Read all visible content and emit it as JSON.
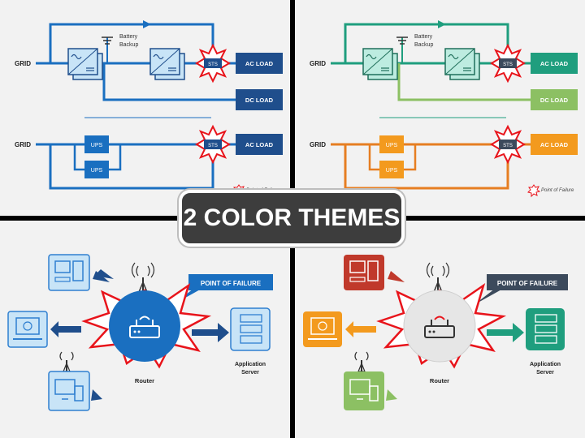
{
  "banner": {
    "text": "2 COLOR THEMES"
  },
  "power": {
    "grid_label": "GRID",
    "battery_label_1": "Battery",
    "battery_label_2": "Backup",
    "sts_label": "STS",
    "ac_load_label": "AC LOAD",
    "dc_load_label": "DC LOAD",
    "ups_label": "UPS",
    "legend_label": "Point of Failure"
  },
  "network": {
    "point_of_failure_label": "POINT OF FAILURE",
    "router_label": "Router",
    "server_label_1": "Application",
    "server_label_2": "Server"
  },
  "themes": {
    "blue": {
      "line": "#1a6fc0",
      "box": "#c8e4f7",
      "load": "#1f4e8c",
      "ups": "#1a6fc0",
      "alt": "#1a6fc0",
      "icon": "#2f7fd0"
    },
    "green": {
      "line": "#1f9e7e",
      "box": "#bdece0",
      "load": "#1f9e7e",
      "ups": "#f39a1e",
      "alt": "#8cc063",
      "orange": "#e67e22"
    }
  },
  "icons": [
    "sine-converter-icon",
    "battery-icon",
    "star-burst-icon",
    "computer-icon",
    "laptop-icon",
    "devices-icon",
    "antenna-icon",
    "router-icon",
    "server-icon"
  ]
}
